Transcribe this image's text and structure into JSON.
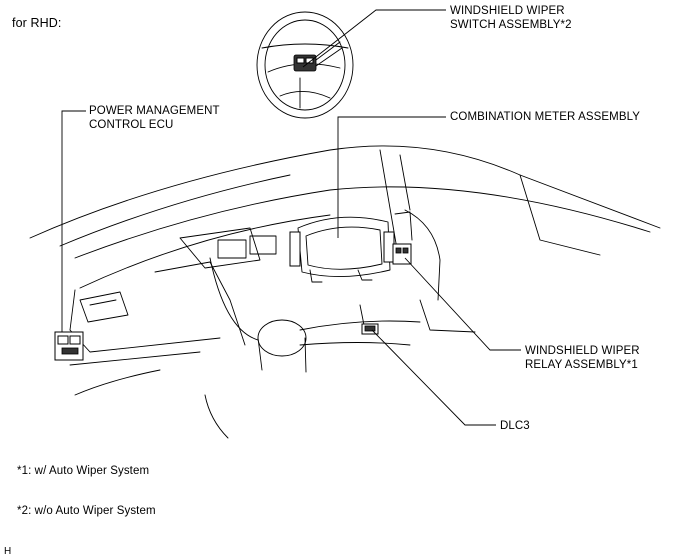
{
  "header": {
    "variant": "for RHD:"
  },
  "callouts": {
    "wiper_switch": {
      "line1": "WINDSHIELD WIPER",
      "line2": "SWITCH ASSEMBLY*2"
    },
    "power_ecu": {
      "line1": "POWER MANAGEMENT",
      "line2": "CONTROL ECU"
    },
    "combination_meter": {
      "line1": "COMBINATION METER ASSEMBLY"
    },
    "wiper_relay": {
      "line1": "WINDSHIELD WIPER",
      "line2": "RELAY ASSEMBLY*1"
    },
    "dlc3": {
      "line1": "DLC3"
    }
  },
  "notes": [
    "*1: w/ Auto Wiper System",
    "*2: w/o Auto Wiper System"
  ],
  "footer": {
    "code": "H"
  }
}
